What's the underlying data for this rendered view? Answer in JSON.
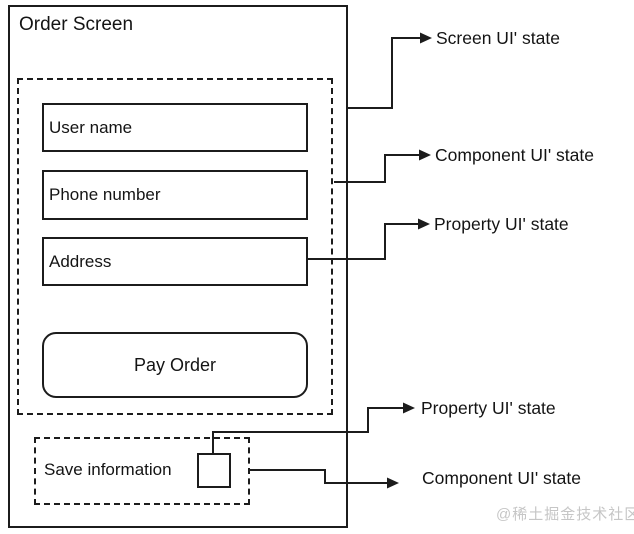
{
  "order_screen": {
    "title": "Order Screen",
    "fields": [
      {
        "label": "User name"
      },
      {
        "label": "Phone number"
      },
      {
        "label": "Address"
      }
    ],
    "pay_button_label": "Pay Order",
    "save_label": "Save information",
    "checkbox_checked": false
  },
  "annotations": [
    {
      "label": "Screen UI' state",
      "points_from": "order-screen-frame"
    },
    {
      "label": "Component UI' state",
      "points_from": "form-group-phone-row"
    },
    {
      "label": "Property UI' state",
      "points_from": "address-input"
    },
    {
      "label": "Property UI' state",
      "points_from": "save-checkbox"
    },
    {
      "label": "Component UI' state",
      "points_from": "save-group"
    }
  ],
  "watermark": "@稀土掘金技术社区",
  "colors": {
    "line": "#1c1c1c",
    "text": "#141414",
    "watermark": "#c6c6c6",
    "background": "#ffffff"
  }
}
